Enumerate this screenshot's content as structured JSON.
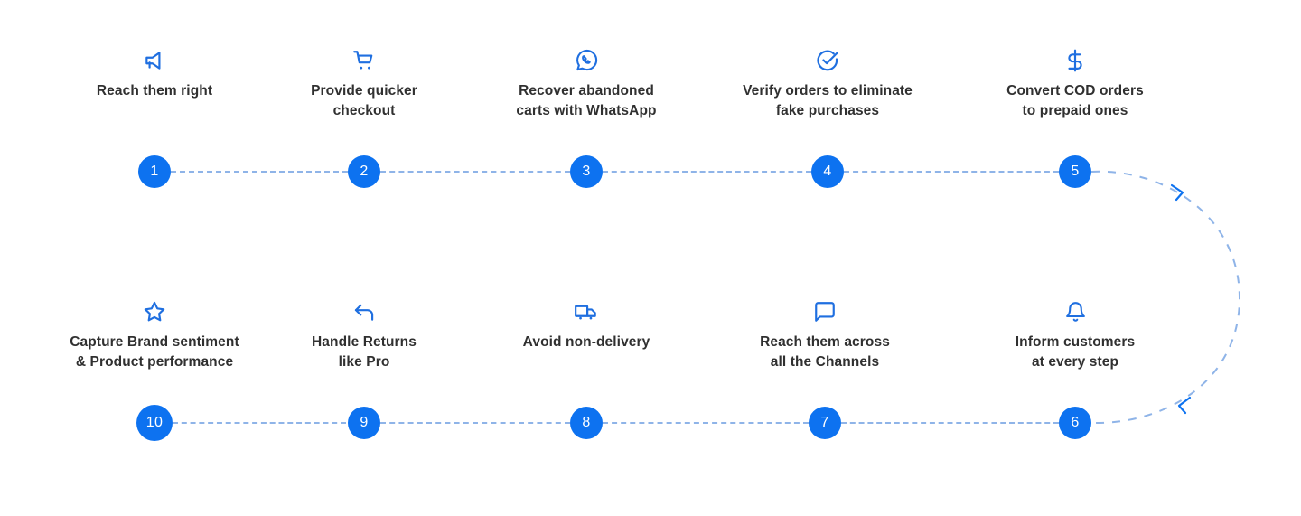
{
  "diagram": {
    "title": "Customer journey steps flow",
    "accent_color": "#0d72f0",
    "line_color": "#8fb4e8",
    "text_color": "#303030",
    "background": "#ffffff"
  },
  "rows": {
    "top": {
      "steps": [
        {
          "number": "1",
          "icon": "megaphone-icon",
          "label": "Reach them right"
        },
        {
          "number": "2",
          "icon": "shopping-cart-icon",
          "label": "Provide quicker\ncheckout"
        },
        {
          "number": "3",
          "icon": "whatsapp-icon",
          "label": "Recover abandoned\ncarts with WhatsApp"
        },
        {
          "number": "4",
          "icon": "check-circle-icon",
          "label": "Verify orders to eliminate\nfake purchases"
        },
        {
          "number": "5",
          "icon": "dollar-sign-icon",
          "label": "Convert COD orders\nto prepaid ones"
        }
      ]
    },
    "bottom": {
      "steps": [
        {
          "number": "10",
          "icon": "star-icon",
          "label": "Capture Brand sentiment\n& Product performance"
        },
        {
          "number": "9",
          "icon": "return-arrow-icon",
          "label": "Handle Returns\nlike Pro"
        },
        {
          "number": "8",
          "icon": "delivery-truck-icon",
          "label": "Avoid non-delivery"
        },
        {
          "number": "7",
          "icon": "message-square-icon",
          "label": "Reach them across\nall the Channels"
        },
        {
          "number": "6",
          "icon": "bell-icon",
          "label": "Inform customers\nat every step"
        }
      ]
    }
  },
  "connector": {
    "type": "dashed-arc",
    "from_step": "5",
    "to_step": "6",
    "arrowheads": 2
  }
}
